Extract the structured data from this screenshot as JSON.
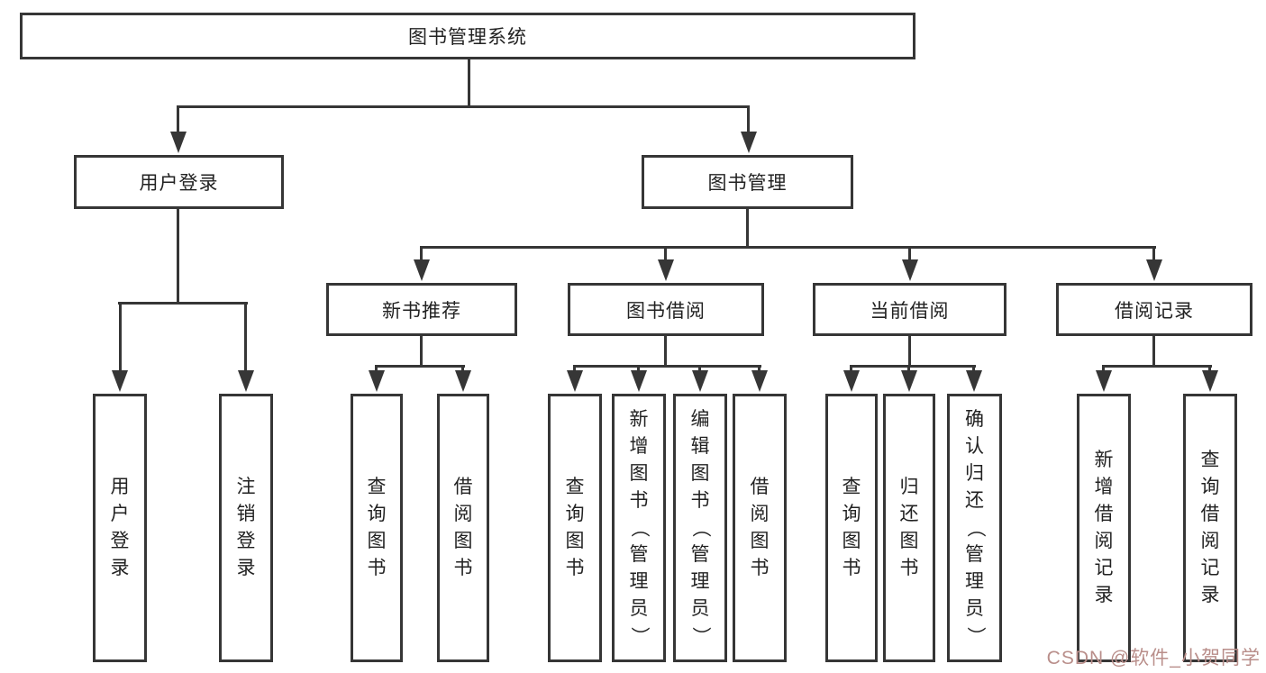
{
  "colors": {
    "line": "#363636",
    "box_border": "#363636",
    "box_fill": "#ffffff",
    "text": "#222222",
    "watermark": "#b98e8a"
  },
  "watermark": {
    "text": "CSDN @软件_小贺同学"
  },
  "tree": {
    "root": {
      "label": "图书管理系统"
    },
    "level2": [
      {
        "label": "用户登录",
        "parent": "图书管理系统"
      },
      {
        "label": "图书管理",
        "parent": "图书管理系统"
      }
    ],
    "level3": [
      {
        "label": "新书推荐",
        "parent": "图书管理"
      },
      {
        "label": "图书借阅",
        "parent": "图书管理"
      },
      {
        "label": "当前借阅",
        "parent": "图书管理"
      },
      {
        "label": "借阅记录",
        "parent": "图书管理"
      }
    ],
    "leaves": [
      {
        "label": "用户登录",
        "parent": "用户登录"
      },
      {
        "label": "注销登录",
        "parent": "用户登录"
      },
      {
        "label": "查询图书",
        "parent": "新书推荐"
      },
      {
        "label": "借阅图书",
        "parent": "新书推荐"
      },
      {
        "label": "查询图书",
        "parent": "图书借阅"
      },
      {
        "label": "新增图书（管理员）",
        "parent": "图书借阅"
      },
      {
        "label": "编辑图书（管理员）",
        "parent": "图书借阅"
      },
      {
        "label": "借阅图书",
        "parent": "图书借阅"
      },
      {
        "label": "查询图书",
        "parent": "当前借阅"
      },
      {
        "label": "归还图书",
        "parent": "当前借阅"
      },
      {
        "label": "确认归还（管理员）",
        "parent": "当前借阅"
      },
      {
        "label": "新增借阅记录",
        "parent": "借阅记录"
      },
      {
        "label": "查询借阅记录",
        "parent": "借阅记录"
      }
    ]
  }
}
